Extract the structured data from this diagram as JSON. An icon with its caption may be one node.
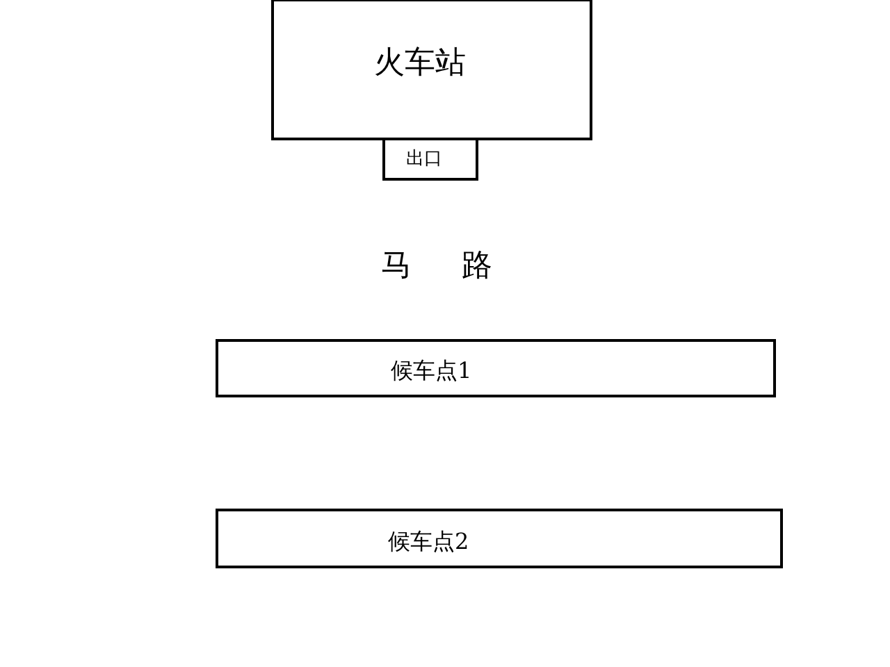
{
  "diagram": {
    "nodes": [
      {
        "text": [
          "火车站"
        ]
      },
      {
        "text": [
          "出口"
        ]
      },
      {
        "text": [
          "候车点1"
        ]
      },
      {
        "text": [
          "候车点2"
        ]
      }
    ],
    "labels": [
      "马路"
    ]
  }
}
